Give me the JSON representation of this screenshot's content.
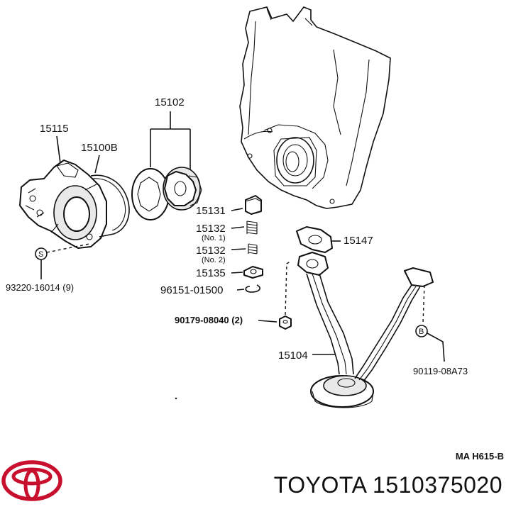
{
  "labels": {
    "p15102": "15102",
    "p15115": "15115",
    "p15100B": "15100B",
    "p93220": "93220-16014 (9)",
    "s_symbol": "S",
    "p15131": "15131",
    "p15132_1": "15132",
    "p15132_1_no": "(No. 1)",
    "p15132_2": "15132",
    "p15132_2_no": "(No. 2)",
    "p15135": "15135",
    "p96151": "96151-01500",
    "p90179": "90179-08040 (2)",
    "p15147": "15147",
    "p15104": "15104",
    "b_symbol": "B",
    "p90119": "90119-08A73"
  },
  "diagram_code": "MA  H615-B",
  "brand": "TOYOTA",
  "part_number": "1510375020",
  "colors": {
    "logo": "#c8102e",
    "ink": "#111111"
  }
}
